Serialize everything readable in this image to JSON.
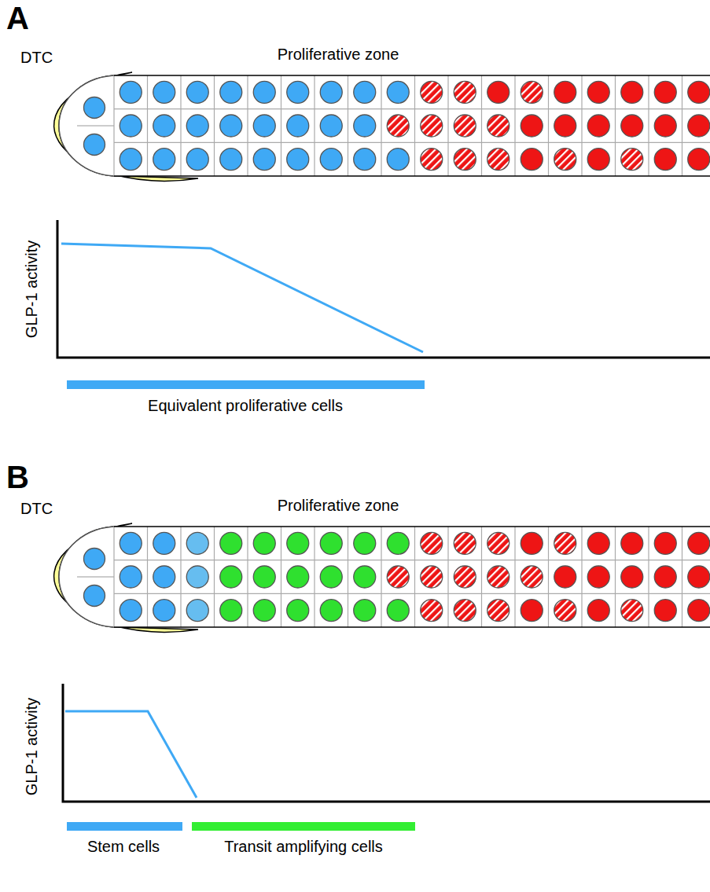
{
  "diagram": {
    "labels": [
      "A",
      "DTC",
      "Proliferative zone",
      "GLP-1 activity",
      "Equivalent proliferative cells",
      "B",
      "DTC",
      "Proliferative zone",
      "GLP-1 activity",
      "Stem cells",
      "Transit amplifying cells"
    ]
  }
}
